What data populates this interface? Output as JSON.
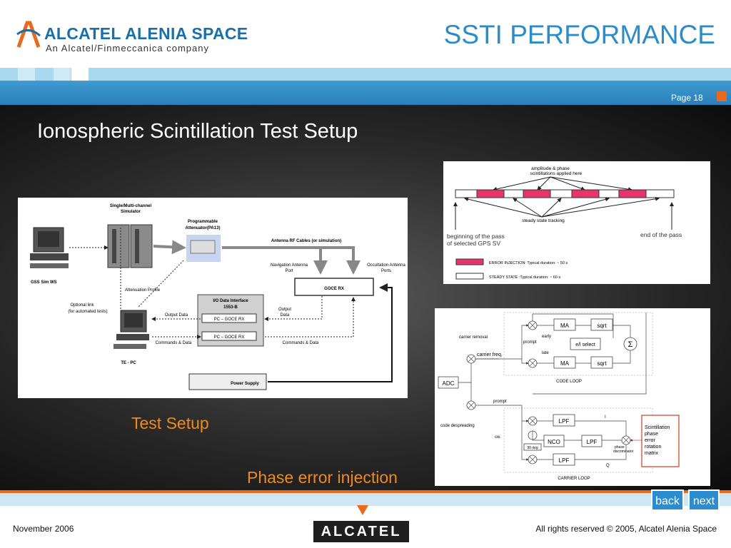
{
  "header": {
    "logo_name": "ALCATEL ALENIA SPACE",
    "logo_tagline": "An Alcatel/Finmeccanica company",
    "slide_title": "SSTI PERFORMANCE",
    "page_label": "Page 18"
  },
  "main": {
    "section_title": "Ionospheric Scintillation Test Setup",
    "caption_test_setup": "Test Setup",
    "caption_phase_error": "Phase error injection"
  },
  "setup_diagram": {
    "simulator": "Single/Multi-channel",
    "simulator2": "Simulator",
    "attenuator": "Programmable",
    "attenuator2": "Attenuator(PA13)",
    "rf_cables": "Antenna RF Cables (or simulation)",
    "nav_port1": "Navigation Antenna",
    "nav_port2": "Port",
    "occ_port1": "Occultation Antenna",
    "occ_port2": "Ports",
    "goce_rx": "GOCE RX",
    "gss_sim_ws": "GSS Sim WS",
    "attenuation_profile": "Attenuation Profile",
    "optional_link1": "Optional link",
    "optional_link2": "(for automated tests)",
    "io_interface1": "I/O Data Interface",
    "io_interface2": "1553-B",
    "pc_goce_rx_1": "PC – GOCE RX",
    "pc_goce_rx_2": "PC – GOCE RX",
    "output_data_left": "Output Data",
    "output_data_right1": "Output",
    "output_data_right2": "Data",
    "commands_data_left": "Commands & Data",
    "commands_data_right": "Commands & Data",
    "te_pc": "TE - PC",
    "power_supply": "Power Supply"
  },
  "timeline_diagram": {
    "top_label1": "amplitude & phase",
    "top_label2": "scintillations applied here",
    "steady_label": "steady state tracking",
    "begin_label1": "beginning of the pass",
    "begin_label2": "of selected GPS SV",
    "end_label": "end of the pass",
    "legend_error": "ERROR INJECTION: Typical duration: ~ 50 s",
    "legend_steady": "STEADY STATE :Typical duration: ~ 60 s",
    "error_color": "#e8336d"
  },
  "loop_diagram": {
    "carrier_removal": "carrier removal",
    "ma_top": "MA",
    "sqrt_top": "sqrt",
    "early": "early",
    "prompt_small": "prompt",
    "el_select": "e/l select",
    "late": "late",
    "sigma": "Σ",
    "carrier_freq": "carrier freq.",
    "ma_bottom": "MA",
    "sqrt_bottom": "sqrt",
    "adc": "ADC",
    "code_loop": "CODE LOOP",
    "prompt": "prompt",
    "code_despreading": "code despreading",
    "lpf_top": "LPF",
    "i_label": "I",
    "cw": "cw.",
    "nco": "NCO",
    "lpf_mid": "LPF",
    "phase_disc1": "phase",
    "phase_disc2": "discriminator",
    "deg90": "90 deg",
    "lpf_bottom": "LPF",
    "q_label": "Q",
    "carrier_loop": "CARRIER LOOP",
    "scint1": "Scintillation",
    "scint2": "phase",
    "scint3": "error",
    "scint4": "rotation",
    "scint5": "matrix"
  },
  "footer": {
    "date": "November 2006",
    "copyright": "All rights reserved © 2005, Alcatel Alenia Space",
    "back_label": "back",
    "next_label": "next",
    "brand_logo": "ALCATEL"
  },
  "colors": {
    "title_blue": "#2a8cc8",
    "accent_orange": "#e86a1e",
    "caption_orange": "#f08a1c"
  }
}
